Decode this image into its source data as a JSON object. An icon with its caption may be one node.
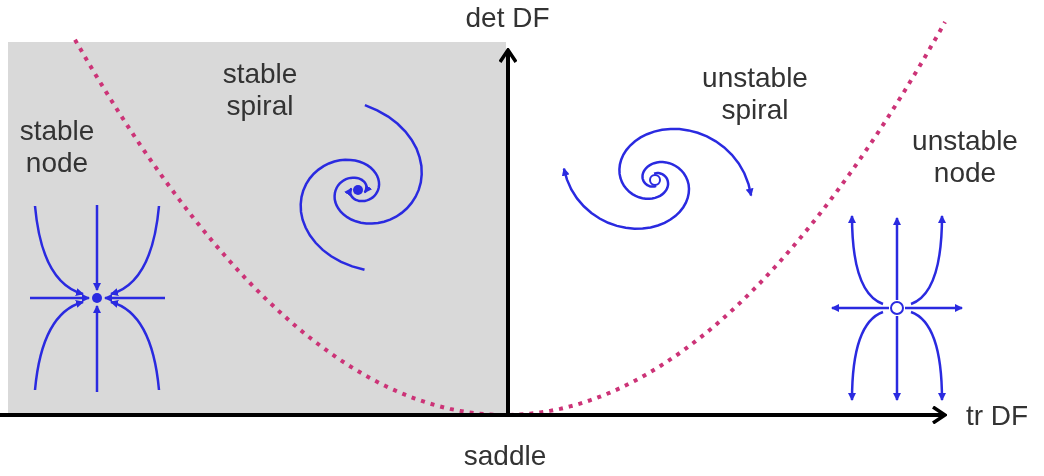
{
  "diagram": {
    "labels": [
      "det DF",
      "stable spiral",
      "stable node",
      "unstable spiral",
      "unstable node",
      "tr DF",
      "saddle"
    ]
  }
}
